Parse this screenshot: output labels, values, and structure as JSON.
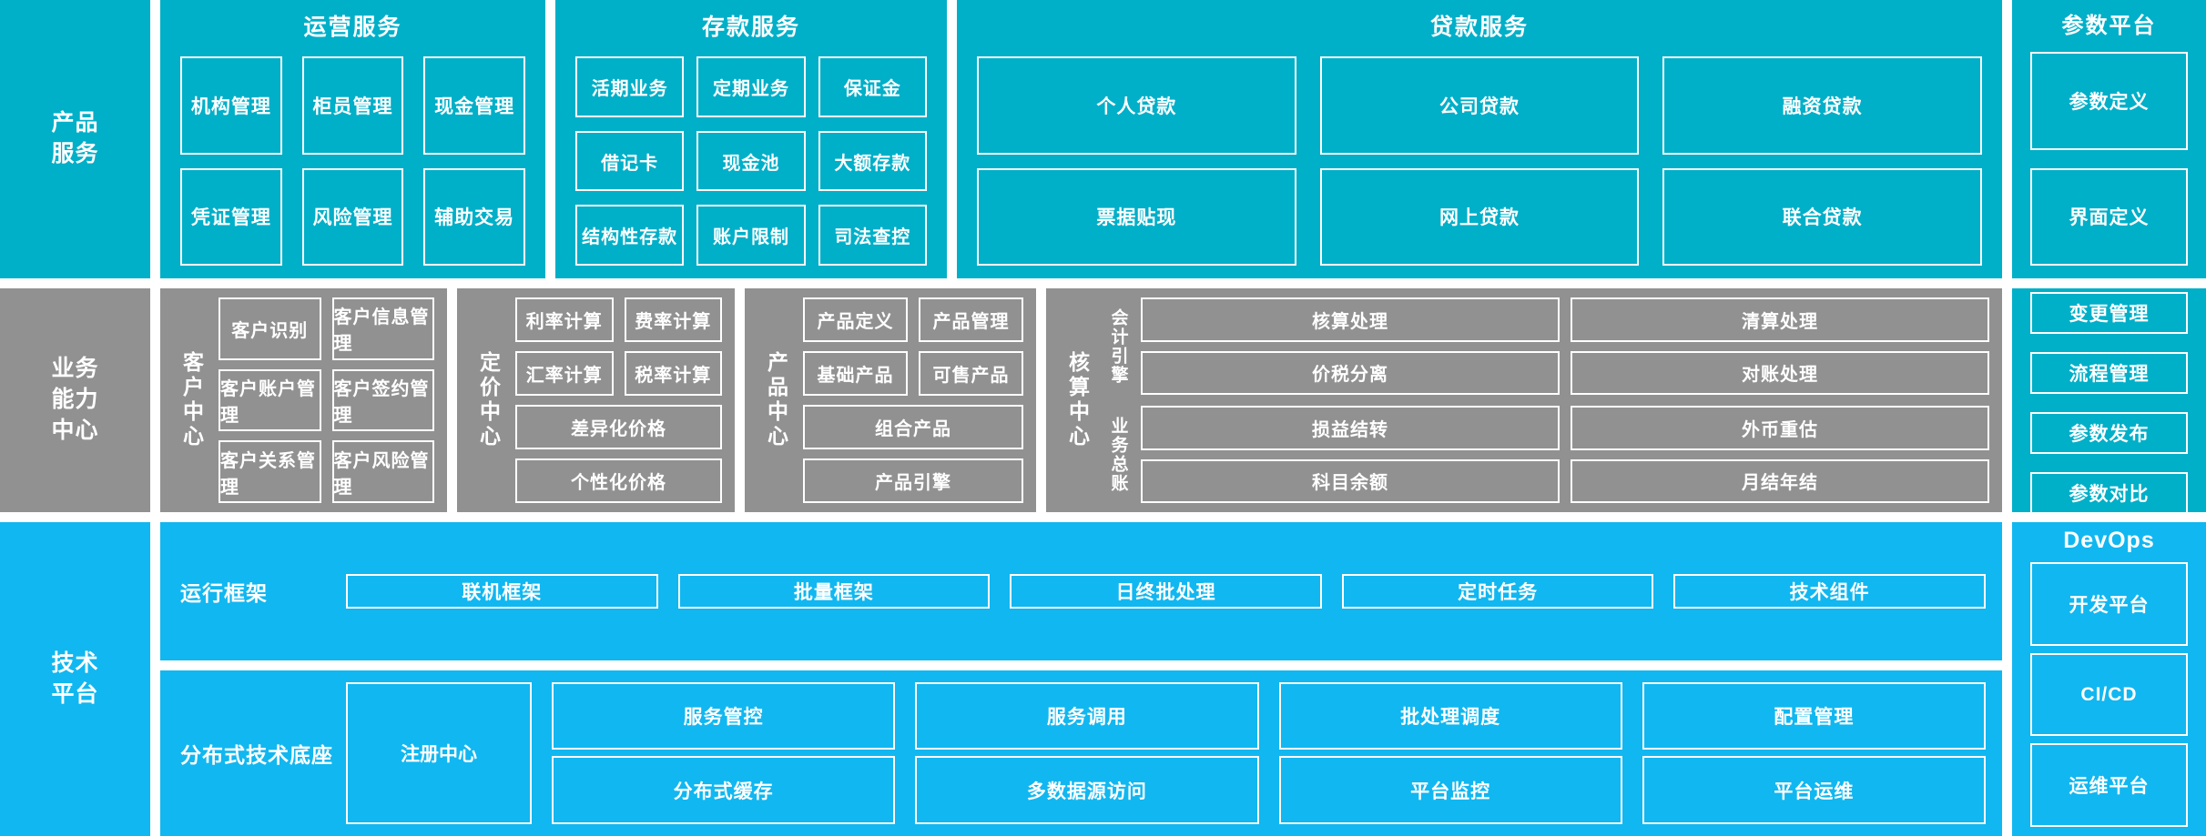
{
  "layers": {
    "product_services": "产品\n服务",
    "business_capability": "业务\n能力\n中心",
    "technology_platform": "技术\n平台"
  },
  "product_services": {
    "label_line1": "产品",
    "label_line2": "服务",
    "groups": [
      {
        "title": "运营服务",
        "rows": [
          [
            "机构管理",
            "柜员管理",
            "现金管理"
          ],
          [
            "凭证管理",
            "风险管理",
            "辅助交易"
          ]
        ]
      },
      {
        "title": "存款服务",
        "rows": [
          [
            "活期业务",
            "定期业务",
            "保证金"
          ],
          [
            "借记卡",
            "现金池",
            "大额存款"
          ],
          [
            "结构性存款",
            "账户限制",
            "司法查控"
          ]
        ]
      },
      {
        "title": "贷款服务",
        "rows": [
          [
            "个人贷款",
            "公司贷款",
            "融资贷款"
          ],
          [
            "票据贴现",
            "网上贷款",
            "联合贷款"
          ]
        ]
      }
    ]
  },
  "parameter_platform": {
    "title": "参数平台",
    "items": [
      "参数定义",
      "界面定义",
      "变更管理",
      "流程管理",
      "参数发布",
      "参数对比"
    ]
  },
  "business_capability": {
    "label_line1": "业务",
    "label_line2": "能力",
    "label_line3": "中心",
    "centers": [
      {
        "name": "客户中心",
        "rows": [
          [
            "客户识别",
            "客户信息管理"
          ],
          [
            "客户账户管理",
            "客户签约管理"
          ],
          [
            "客户关系管理",
            "客户风险管理"
          ]
        ]
      },
      {
        "name": "定价中心",
        "rows": [
          [
            "利率计算",
            "费率计算"
          ],
          [
            "汇率计算",
            "税率计算"
          ],
          [
            "差异化价格"
          ],
          [
            "个性化价格"
          ]
        ]
      },
      {
        "name": "产品中心",
        "rows": [
          [
            "产品定义",
            "产品管理"
          ],
          [
            "基础产品",
            "可售产品"
          ],
          [
            "组合产品"
          ],
          [
            "产品引擎"
          ]
        ]
      }
    ],
    "accounting_center": {
      "name": "核算中心",
      "subgroups": [
        {
          "name": "会计引擎",
          "rows": [
            [
              "核算处理",
              "清算处理"
            ],
            [
              "价税分离",
              "对账处理"
            ]
          ]
        },
        {
          "name": "业务总账",
          "rows": [
            [
              "损益结转",
              "外币重估"
            ],
            [
              "科目余额",
              "月结年结"
            ]
          ]
        }
      ]
    }
  },
  "technology_platform": {
    "label_line1": "技术",
    "label_line2": "平台",
    "runtime_framework": {
      "name": "运行框架",
      "items": [
        "联机框架",
        "批量框架",
        "日终批处理",
        "定时任务",
        "技术组件"
      ]
    },
    "distributed_base": {
      "name": "分布式技术底座",
      "wide_item": "注册中心",
      "columns": [
        [
          "服务管控",
          "分布式缓存"
        ],
        [
          "服务调用",
          "多数据源访问"
        ],
        [
          "批处理调度",
          "平台监控"
        ],
        [
          "配置管理",
          "平台运维"
        ]
      ]
    }
  },
  "devops": {
    "title": "DevOps",
    "items": [
      "开发平台",
      "CI/CD",
      "运维平台"
    ]
  },
  "colors": {
    "teal": "#00AFC8",
    "gray": "#919191",
    "blue": "#11B7F0",
    "border": "#FFFFFF",
    "background": "#FFFFFF"
  }
}
